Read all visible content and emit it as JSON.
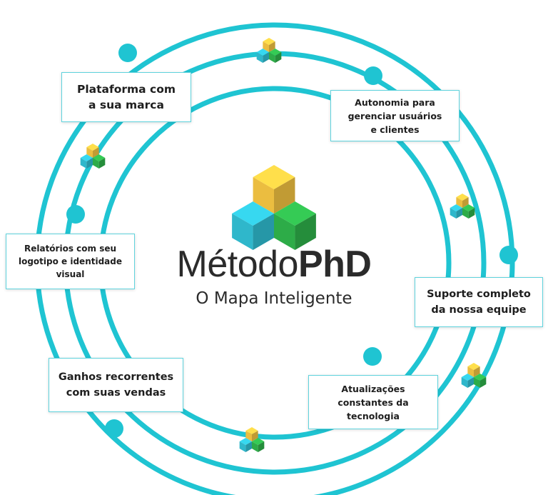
{
  "brand": {
    "name_light": "Método",
    "name_bold": "PhD",
    "tagline": "O Mapa Inteligente",
    "logo_icon": "cubes-logo-icon"
  },
  "colors": {
    "ring": "#1fc4d2",
    "cube_yellow": "#f7c743",
    "cube_cyan": "#31c1d6",
    "cube_green": "#2fb54c",
    "text": "#2b2b2b"
  },
  "features": [
    {
      "id": "plataforma",
      "lines": [
        "Plataforma com",
        "a sua marca"
      ]
    },
    {
      "id": "autonomia",
      "lines": [
        "Autonomia para",
        "gerenciar usuários",
        "e clientes"
      ]
    },
    {
      "id": "relatorios",
      "lines": [
        "Relatórios com seu",
        "logotipo e identidade",
        "visual"
      ]
    },
    {
      "id": "suporte",
      "lines": [
        "Suporte completo",
        "da nossa equipe"
      ]
    },
    {
      "id": "ganhos",
      "lines": [
        "Ganhos recorrentes",
        "com suas vendas"
      ]
    },
    {
      "id": "atualizacoes",
      "lines": [
        "Atualizações",
        "constantes da",
        "tecnologia"
      ]
    }
  ]
}
